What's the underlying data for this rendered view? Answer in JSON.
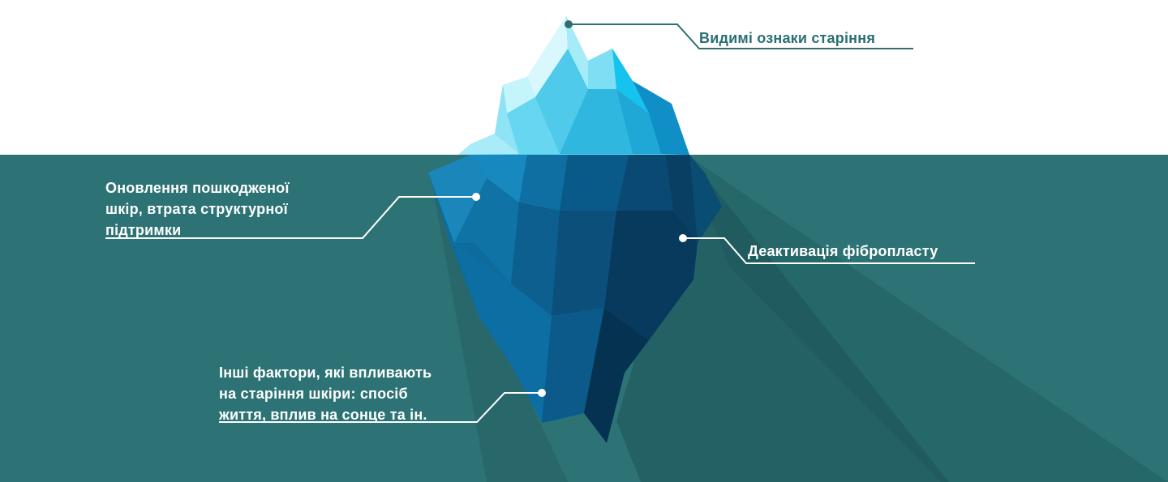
{
  "colors": {
    "background_top": "#ffffff",
    "water": "#2d7375",
    "accent_dark_text": "#2a6f74",
    "leader_line_dark": "#2f6f71",
    "leader_line_light": "#ffffff",
    "ice_light": "#bdf1fb",
    "ice_mid": "#39c6e6",
    "ice_deep": "#0b5f93"
  },
  "labels": {
    "visible_signs": "Видимі ознаки старіння",
    "skin_renewal": "Оновлення пошкодженої\nшкір, втрата структурної\nпідтримки",
    "fibroblast_deactivation": "Деактивація фібропласту",
    "other_factors": "Інші фактори, які впливають\nна старіння шкіри: спосіб\nжиття, вплив на сонце та ін."
  }
}
